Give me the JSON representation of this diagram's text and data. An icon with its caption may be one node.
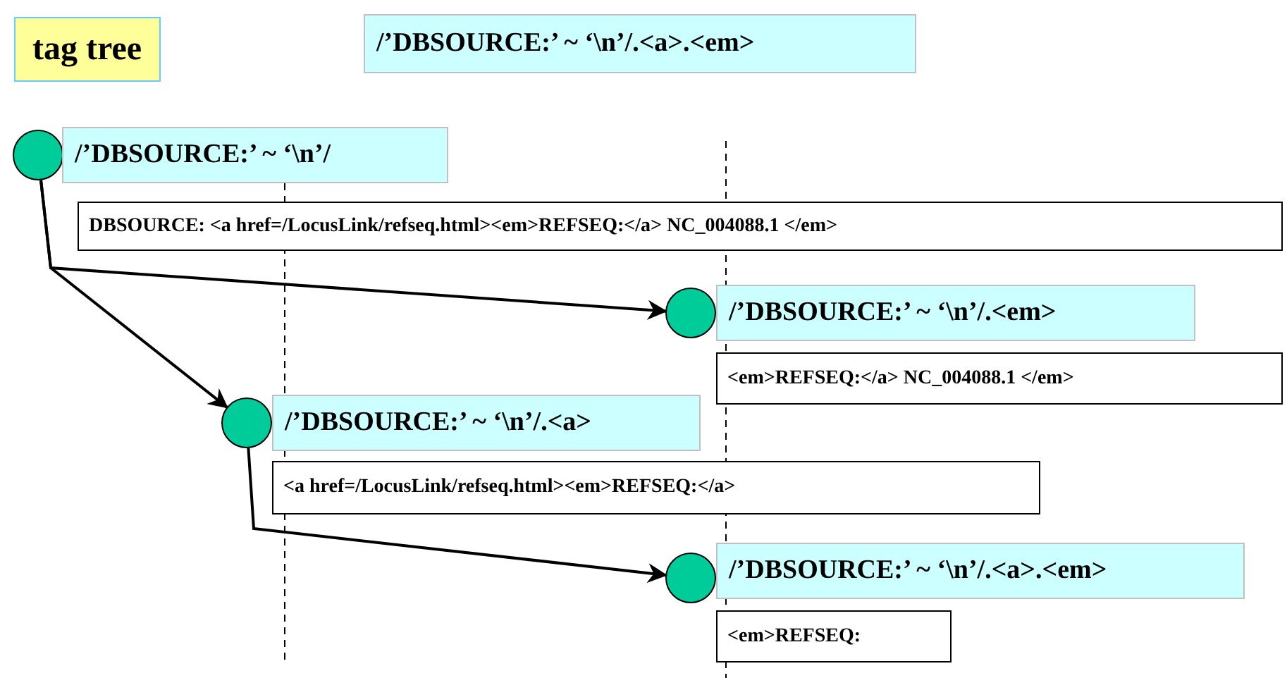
{
  "diagram": {
    "title": "tag tree",
    "nodes": [
      {
        "text": [],
        "shape": "circle",
        "beside": [
          "/’DBSOURCE:’ ~ ‘\\n’/",
          "DBSOURCE: <a href=/LocusLink/refseq.html><em>REFSEQ:</a> NC_004088.1 </em>"
        ]
      },
      {
        "text": [],
        "shape": "circle",
        "beside": [
          "/’DBSOURCE:’ ~ ‘\\n’/.<em>",
          "<em>REFSEQ:</a> NC_004088.1 </em>"
        ]
      },
      {
        "text": [],
        "shape": "circle",
        "beside": [
          "/’DBSOURCE:’ ~ ‘\\n’/.<a>",
          "<a href=/LocusLink/refseq.html><em>REFSEQ:</a>"
        ]
      },
      {
        "text": [],
        "shape": "circle",
        "beside": [
          "/’DBSOURCE:’ ~ ‘\\n’/.<a>.<em>",
          "<em>REFSEQ:"
        ]
      }
    ],
    "edges": [
      {
        "from": 0,
        "to": 1,
        "arrow": "to"
      },
      {
        "from": 0,
        "to": 2,
        "arrow": "to"
      },
      {
        "from": 2,
        "to": 3,
        "arrow": "to"
      }
    ],
    "labels": [
      "/’DBSOURCE:’ ~ ‘\\n’/.<a>.<em>"
    ]
  }
}
